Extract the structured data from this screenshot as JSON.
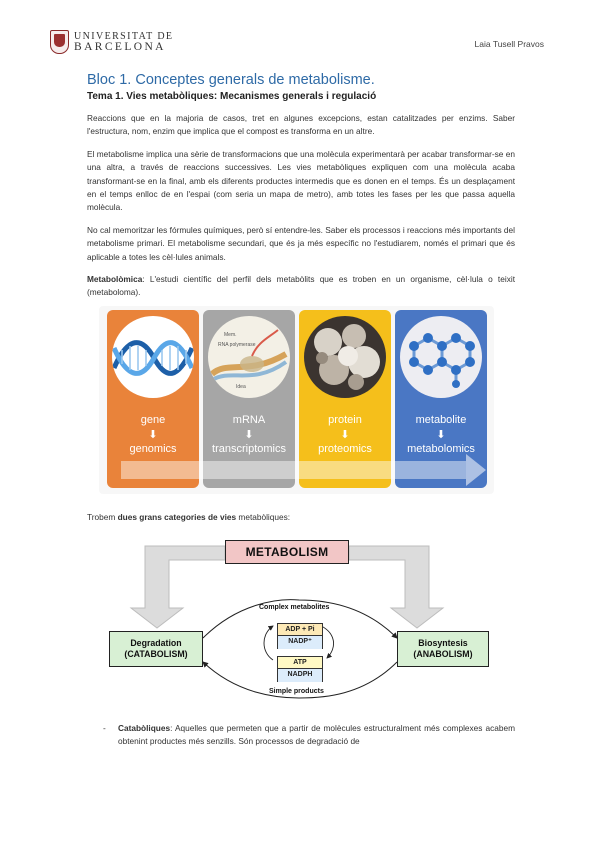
{
  "header": {
    "logo_line1": "UNIVERSITAT DE",
    "logo_line2": "BARCELONA",
    "author": "Laia Tusell Pravos"
  },
  "bloc_title": "Bloc 1. Conceptes generals de metabolisme.",
  "tema_title": "Tema 1. Vies metabòliques: Mecanismes generals i regulació",
  "paragraphs": [
    "Reaccions que en la majoria de casos, tret en algunes excepcions, estan catalitzades per enzims. Saber l'estructura, nom, enzim que implica que el compost es transforma en un altre.",
    "El metabolisme implica una sèrie de transformacions que una molècula experimentarà per acabar transformar-se en una altra, a través de reaccions successives. Les vies metabòliques expliquen com una molècula acaba transformant-se en la final, amb els diferents productes intermedis que es donen en el temps. És un desplaçament en el temps enlloc de en l'espai (com seria un mapa de metro), amb totes les fases per les que passa aquella molècula.",
    "No cal memoritzar les fórmules químiques, però sí entendre-les. Saber els processos i reaccions més importants del metabolisme primari. El metabolisme secundari, que és ja més específic no l'estudiarem, només el primari que és aplicable a totes les cèl·lules animals."
  ],
  "metabolomica": {
    "term": "Metabolòmica",
    "definition": ": L'estudi científic del perfil dels metabòlits que es troben en un organisme, cèl·lula o teixit (metaboloma)."
  },
  "omics": [
    {
      "name": "gene",
      "arrow": "⬇",
      "omic": "genomics",
      "color": "#e9833a"
    },
    {
      "name": "mRNA",
      "arrow": "⬇",
      "omic": "transcriptomics",
      "color": "#a6a6a6"
    },
    {
      "name": "protein",
      "arrow": "⬇",
      "omic": "proteomics",
      "color": "#f5bf1b"
    },
    {
      "name": "metabolite",
      "arrow": "⬇",
      "omic": "metabolomics",
      "color": "#4a77c4"
    }
  ],
  "omics_inner_labels": {
    "mrna_1": "Mem.",
    "mrna_2": "RNA polymerase",
    "mrna_3": "Idea"
  },
  "categories_intro": {
    "prefix": "Trobem ",
    "bold": "dues grans categories de vies",
    "suffix": " metabòliques:"
  },
  "diagram": {
    "metabolism": "METABOLISM",
    "degradation_line1": "Degradation",
    "degradation_line2": "(CATABOLISM)",
    "biosyntesis_line1": "Biosyntesis",
    "biosyntesis_line2": "(ANABOLISM)",
    "complex": "Complex metabolites",
    "simple": "Simple products",
    "adp": "ADP + Pi",
    "nadp": "NADP⁺",
    "atp": "ATP",
    "nadph": "NADPH",
    "colors": {
      "metabolism_box": "#f2c6c6",
      "process_box": "#d8f0d4",
      "adp_box": "#fde9b6",
      "atp_box": "#fff9c4",
      "nad_box": "#dcecfb"
    }
  },
  "bullet": {
    "dash": "-",
    "term": "Catabòliques",
    "text": ": Aquelles que permeten que a partir de molècules estructuralment més complexes acabem obtenint productes més senzills. Són processos de degradació de"
  }
}
